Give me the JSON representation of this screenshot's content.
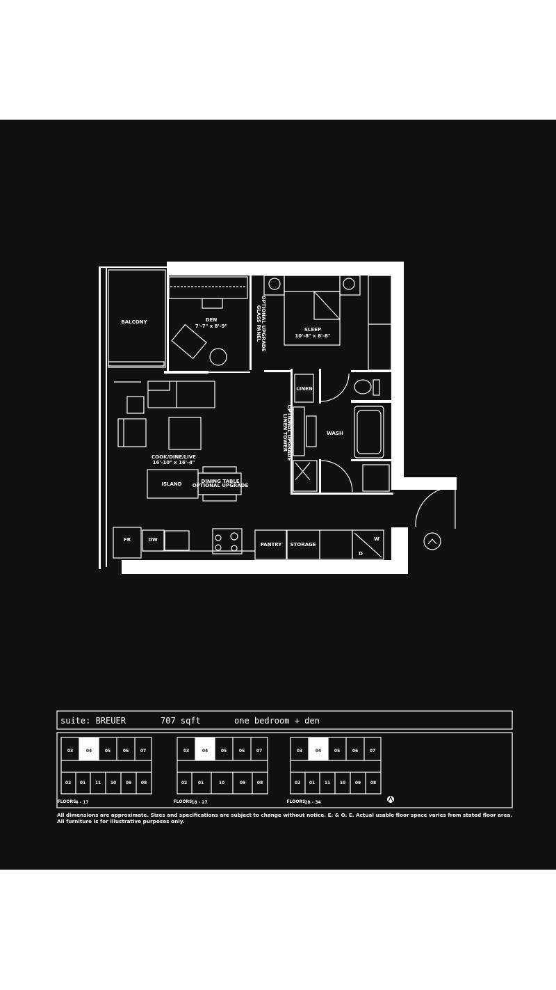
{
  "plan": {
    "rooms": {
      "balcony": "BALCONY",
      "den": "DEN",
      "den_size": "7'-7\" x 8'-9\"",
      "sleep": "SLEEP",
      "sleep_size": "10'-8\" x 8'-8\"",
      "glass_panel_1": "GLASS PANEL",
      "glass_panel_2": "OPTIONAL UPGRADE",
      "linen": "LINEN",
      "wash": "WASH",
      "linen_tower_1": "LINEN TOWER",
      "linen_tower_2": "OPTIONAL UPGRADE",
      "cook": "COOK/DINE/LIVE",
      "cook_size": "16'-10\" x 16'-4\"",
      "island": "ISLAND",
      "dining_1": "DINING TABLE",
      "dining_2": "OPTIONAL UPGRADE",
      "fridge": "FR",
      "dishwasher": "DW",
      "pantry": "PANTRY",
      "storage": "STORAGE",
      "washer": "W",
      "dryer": "D"
    }
  },
  "info": {
    "suite": "suite: BREUER",
    "area": "707 sqft",
    "type": "one bedroom + den"
  },
  "keyplans": [
    {
      "floors_label": "FLOORS",
      "floors": "4 - 17",
      "top": [
        "03",
        "04",
        "05",
        "06",
        "07"
      ],
      "bottom": [
        "02",
        "01",
        "11",
        "10",
        "09",
        "08"
      ],
      "highlight": "04"
    },
    {
      "floors_label": "FLOORS",
      "floors": "18 - 27",
      "top": [
        "03",
        "04",
        "05",
        "06",
        "07"
      ],
      "bottom": [
        "02",
        "01",
        "10",
        "09",
        "08"
      ],
      "highlight": "04"
    },
    {
      "floors_label": "FLOORS",
      "floors": "28 - 34",
      "top": [
        "03",
        "04",
        "05",
        "06",
        "07"
      ],
      "bottom": [
        "02",
        "01",
        "11",
        "10",
        "09",
        "08"
      ],
      "highlight": "04"
    }
  ],
  "disclaimer": {
    "line1": "All dimensions are approximate. Sizes and specifications are subject to change without notice. E. & O. E. Actual usable floor space varies from stated floor area.",
    "line2": "All furniture is for illustrative purposes only."
  }
}
